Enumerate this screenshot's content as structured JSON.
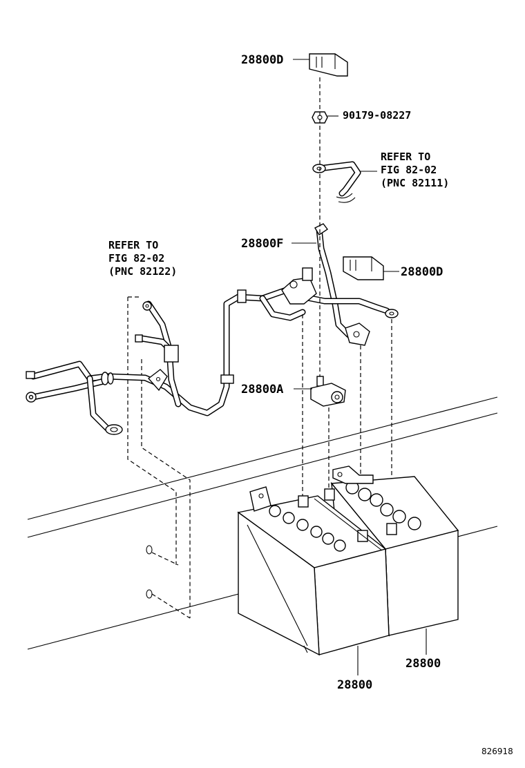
{
  "labels": {
    "cover_top": "28800D",
    "nut": "90179-08227",
    "refer_right_1": "REFER TO",
    "refer_right_2": "FIG 82-02",
    "refer_right_3": "(PNC 82111)",
    "cable_f": "28800F",
    "cover_right": "28800D",
    "refer_left_1": "REFER TO",
    "refer_left_2": "FIG 82-02",
    "refer_left_3": "(PNC 82122)",
    "clamp_a": "28800A",
    "battery_right": "28800",
    "battery_front": "28800",
    "figure_number": "826918"
  }
}
